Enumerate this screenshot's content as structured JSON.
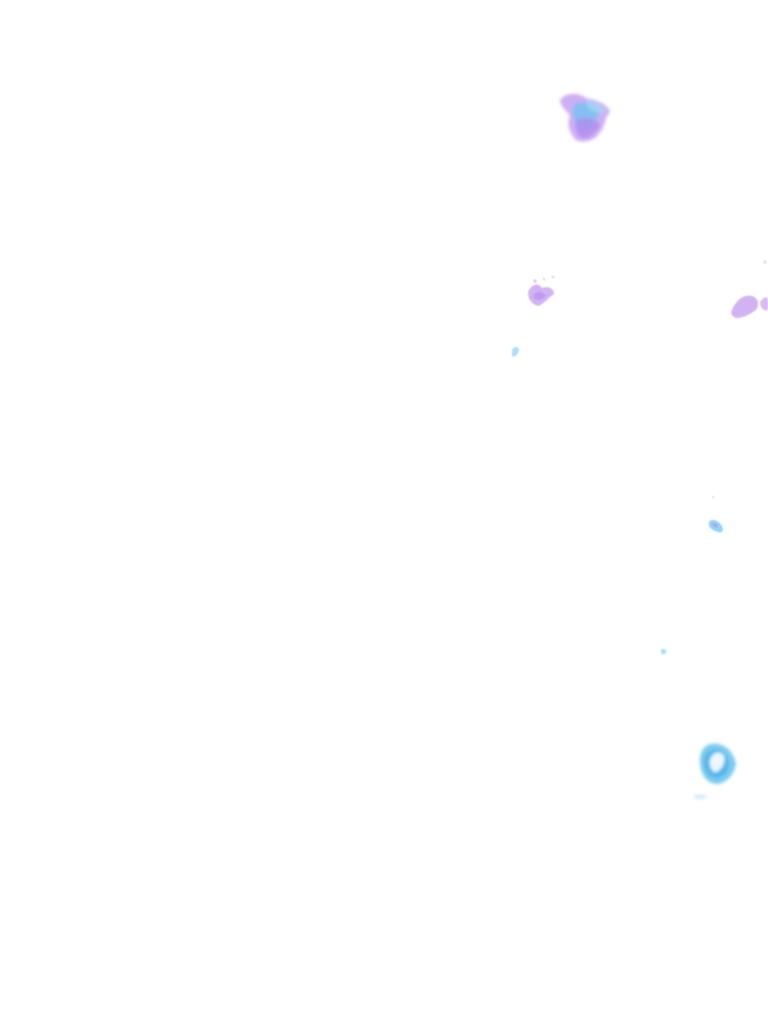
{
  "map": {
    "layer": "precipitation-radar-overlay",
    "background_color": "#ffffff",
    "palette": {
      "light_blue": "#9fdcf7",
      "sky_blue": "#6cc6f0",
      "mid_blue": "#4fb0e8",
      "lavender": "#c9a6f2",
      "violet": "#b38cf0",
      "ice_white": "#f4fbff"
    },
    "echo_cells": [
      {
        "id": "cell-north",
        "intensity": "moderate",
        "colors": [
          "lavender",
          "sky_blue",
          "violet"
        ]
      },
      {
        "id": "cell-mid-west",
        "intensity": "light",
        "colors": [
          "lavender",
          "violet"
        ]
      },
      {
        "id": "cell-mid-east",
        "intensity": "light",
        "colors": [
          "lavender",
          "violet"
        ]
      },
      {
        "id": "cell-speck-west",
        "intensity": "trace",
        "colors": [
          "light_blue"
        ]
      },
      {
        "id": "cell-south-east",
        "intensity": "light",
        "colors": [
          "sky_blue",
          "violet"
        ]
      },
      {
        "id": "cell-speck-south",
        "intensity": "trace",
        "colors": [
          "light_blue"
        ]
      },
      {
        "id": "cell-south",
        "intensity": "moderate",
        "colors": [
          "mid_blue",
          "sky_blue",
          "ice_white"
        ]
      }
    ]
  }
}
